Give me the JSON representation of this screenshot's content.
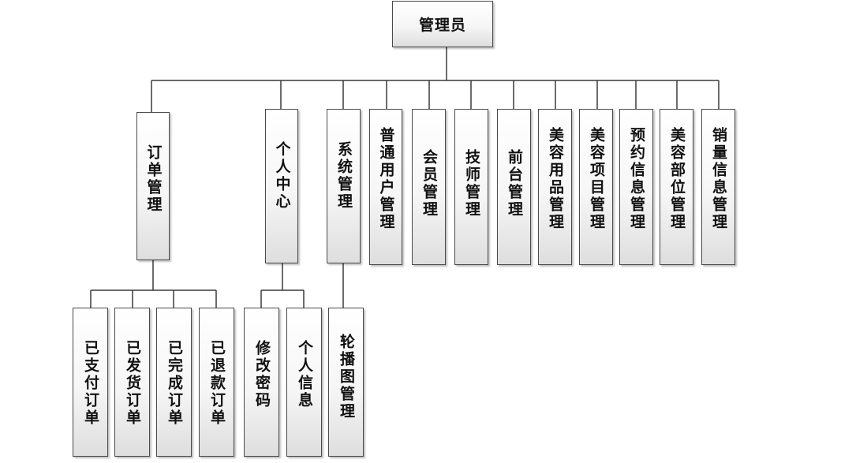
{
  "diagram": {
    "root": {
      "label": "管理员"
    },
    "modules": [
      {
        "label": "订单管理",
        "children": [
          "已支付订单",
          "已发货订单",
          "已完成订单",
          "已退款订单"
        ]
      },
      {
        "label": "个人中心",
        "children": [
          "修改密码",
          "个人信息"
        ]
      },
      {
        "label": "系统管理",
        "children": [
          "轮播图管理"
        ]
      },
      {
        "label": "普通用户管理",
        "children": []
      },
      {
        "label": "会员管理",
        "children": []
      },
      {
        "label": "技师管理",
        "children": []
      },
      {
        "label": "前台管理",
        "children": []
      },
      {
        "label": "美容用品管理",
        "children": []
      },
      {
        "label": "美容项目管理",
        "children": []
      },
      {
        "label": "预约信息管理",
        "children": []
      },
      {
        "label": "美容部位管理",
        "children": []
      },
      {
        "label": "销量信息管理",
        "children": []
      }
    ]
  },
  "colors": {
    "line": "#3a3a3a",
    "border": "#4a4a4a",
    "text": "#111111"
  }
}
